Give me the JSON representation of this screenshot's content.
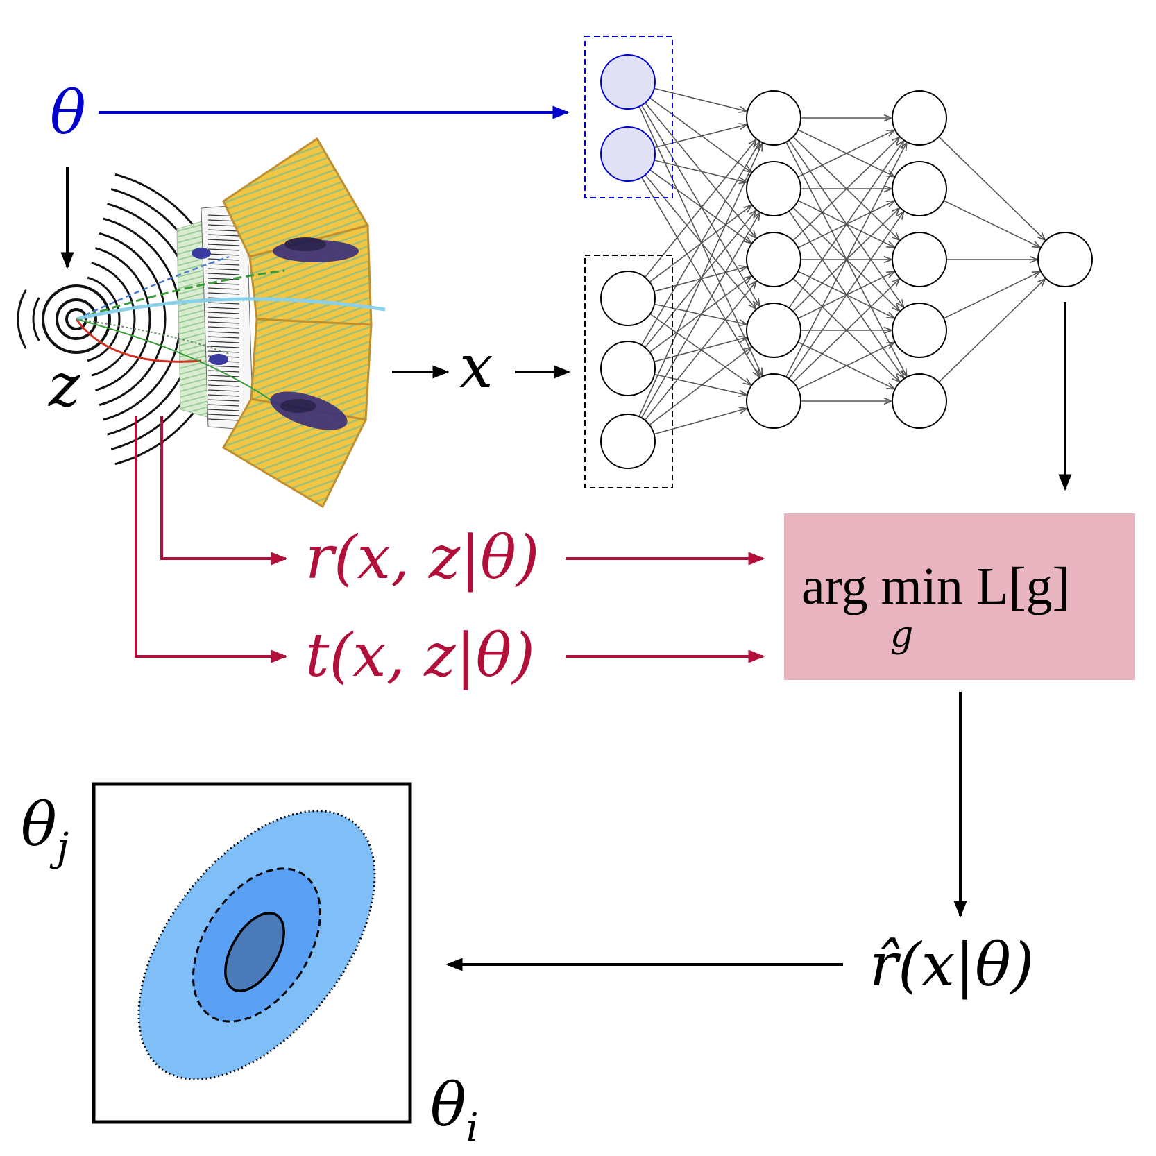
{
  "labels": {
    "theta": "θ",
    "z": "z",
    "x": "x",
    "r_joint": "r(x, z|θ)",
    "t_joint": "t(x, z|θ)",
    "argmin_main": "arg min L[g]",
    "argmin_sub": "g",
    "r_hat": "r̂(x|θ)",
    "theta_i": "θ",
    "theta_i_sub": "i",
    "theta_j": "θ",
    "theta_j_sub": "j"
  },
  "colors": {
    "theta_blue": "#0000cc",
    "red_arrow": "#b0103a",
    "loss_box": "#e8b4c0",
    "input_param_fill": "#e0e1f5",
    "contour_outer": "#80bef8",
    "contour_mid": "#5aa0f5",
    "contour_inner": "#4a7ab8",
    "calorimeter_yellow": "#f2c643",
    "tracker_green": "#cfe8c7"
  },
  "network": {
    "param_inputs": 2,
    "observable_inputs": 3,
    "hidden_layers": [
      5,
      5
    ],
    "outputs": 1
  }
}
